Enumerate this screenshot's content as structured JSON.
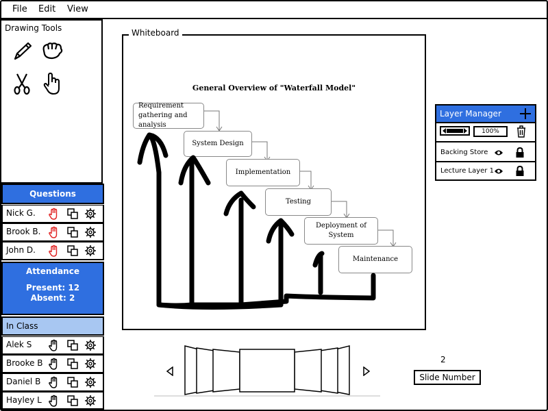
{
  "menu": {
    "items": [
      "File",
      "Edit",
      "View"
    ]
  },
  "tools": {
    "title": "Drawing Tools",
    "icons": [
      "pencil-icon",
      "glove-icon",
      "scissors-icon",
      "pointer-hand-icon"
    ]
  },
  "questions": {
    "title": "Questions",
    "users": [
      "Nick G.",
      "Brook B.",
      "John D."
    ]
  },
  "attendance": {
    "title": "Attendance",
    "present": "Present: 12",
    "absent": "Absent: 2"
  },
  "in_class": {
    "title": "In Class",
    "users": [
      "Alek S",
      "Brooke B",
      "Daniel B",
      "Hayley L"
    ]
  },
  "whiteboard": {
    "label": "Whiteboard",
    "title": "General Overview of \"Waterfall Model\"",
    "steps": [
      "Requirement gathering and analysis",
      "System Design",
      "Implementation",
      "Testing",
      "Deployment of System",
      "Maintenance"
    ]
  },
  "layer_manager": {
    "title": "Layer Manager",
    "opacity": "100%",
    "layers": [
      "Backing Store",
      "Lecture Layer 1"
    ]
  },
  "slides": {
    "current": "2",
    "label": "Slide Number"
  },
  "colors": {
    "accent": "#2f6fe0",
    "inclass": "#a8c7f2",
    "raise_hand": "#e02020"
  }
}
